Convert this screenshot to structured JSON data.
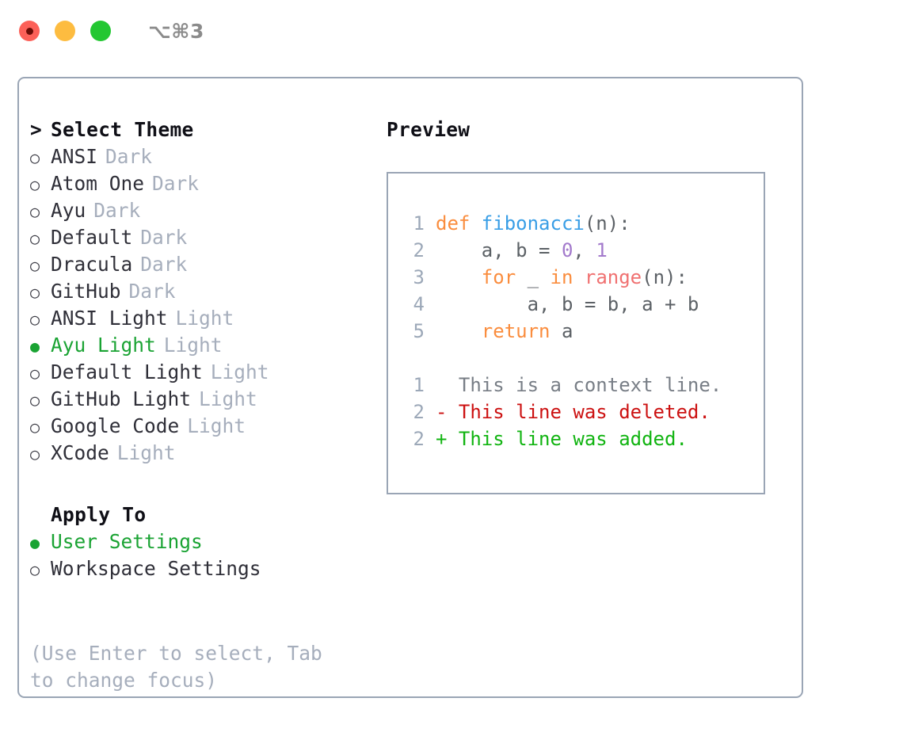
{
  "window": {
    "title": "⌥⌘3",
    "traffic_lights": [
      {
        "name": "close-button",
        "color": "#fc6058"
      },
      {
        "name": "minimize-button",
        "color": "#fdbc40"
      },
      {
        "name": "maximize-button",
        "color": "#23c732"
      }
    ]
  },
  "theme_picker": {
    "header": {
      "caret": ">",
      "label": "Select Theme"
    },
    "markers": {
      "unselected": "○",
      "selected": "●",
      "blank": " "
    },
    "items": [
      {
        "marker": "○",
        "label": "ANSI",
        "tag": "Dark",
        "selected": false
      },
      {
        "marker": "○",
        "label": "Atom One",
        "tag": "Dark",
        "selected": false
      },
      {
        "marker": "○",
        "label": "Ayu",
        "tag": "Dark",
        "selected": false
      },
      {
        "marker": "○",
        "label": "Default",
        "tag": "Dark",
        "selected": false
      },
      {
        "marker": "○",
        "label": "Dracula",
        "tag": "Dark",
        "selected": false
      },
      {
        "marker": "○",
        "label": "GitHub",
        "tag": "Dark",
        "selected": false
      },
      {
        "marker": "○",
        "label": "ANSI Light",
        "tag": "Light",
        "selected": false
      },
      {
        "marker": "●",
        "label": "Ayu Light",
        "tag": "Light",
        "selected": true
      },
      {
        "marker": "○",
        "label": "Default Light",
        "tag": "Light",
        "selected": false
      },
      {
        "marker": "○",
        "label": "GitHub Light",
        "tag": "Light",
        "selected": false
      },
      {
        "marker": "○",
        "label": "Google Code",
        "tag": "Light",
        "selected": false
      },
      {
        "marker": "○",
        "label": "XCode",
        "tag": "Light",
        "selected": false
      }
    ]
  },
  "apply_to": {
    "header": "Apply To",
    "items": [
      {
        "marker": "●",
        "label": "User Settings",
        "selected": true
      },
      {
        "marker": "○",
        "label": "Workspace Settings",
        "selected": false
      }
    ]
  },
  "hint": "(Use Enter to select, Tab to change focus)",
  "preview": {
    "title": "Preview",
    "code_lines": [
      {
        "number": "1",
        "tokens": [
          {
            "text": "def ",
            "kind": "kw"
          },
          {
            "text": "fibonacci",
            "kind": "fn"
          },
          {
            "text": "(n):",
            "kind": "pl"
          }
        ]
      },
      {
        "number": "2",
        "tokens": [
          {
            "text": "    a, b = ",
            "kind": "pl"
          },
          {
            "text": "0",
            "kind": "num"
          },
          {
            "text": ", ",
            "kind": "pl"
          },
          {
            "text": "1",
            "kind": "num"
          }
        ]
      },
      {
        "number": "3",
        "tokens": [
          {
            "text": "    ",
            "kind": "pl"
          },
          {
            "text": "for",
            "kind": "kw"
          },
          {
            "text": " _ ",
            "kind": "pl"
          },
          {
            "text": "in",
            "kind": "kw"
          },
          {
            "text": " ",
            "kind": "pl"
          },
          {
            "text": "range",
            "kind": "call"
          },
          {
            "text": "(n):",
            "kind": "pl"
          }
        ]
      },
      {
        "number": "4",
        "tokens": [
          {
            "text": "        a, b = b, a + b",
            "kind": "pl"
          }
        ]
      },
      {
        "number": "5",
        "tokens": [
          {
            "text": "    ",
            "kind": "pl"
          },
          {
            "text": "return",
            "kind": "kw"
          },
          {
            "text": " a",
            "kind": "pl"
          }
        ]
      }
    ],
    "diff_lines": [
      {
        "number": "1",
        "sign": " ",
        "text": "This is a context line.",
        "kind": "ctx"
      },
      {
        "number": "2",
        "sign": "-",
        "text": "This line was deleted.",
        "kind": "del"
      },
      {
        "number": "2",
        "sign": "+",
        "text": "This line was added.",
        "kind": "add"
      }
    ]
  },
  "colors": {
    "accent_green": "#1aa333",
    "border": "#9aa5b5",
    "muted": "#a6aebc",
    "gutter": "#9ca8b8",
    "keyword": "#fa8d3e",
    "function": "#399ee6",
    "number": "#a37acc",
    "call": "#f07171",
    "plain": "#5c6166",
    "diff_add": "#11b411",
    "diff_del": "#cc1111",
    "diff_ctx": "#787e86"
  }
}
